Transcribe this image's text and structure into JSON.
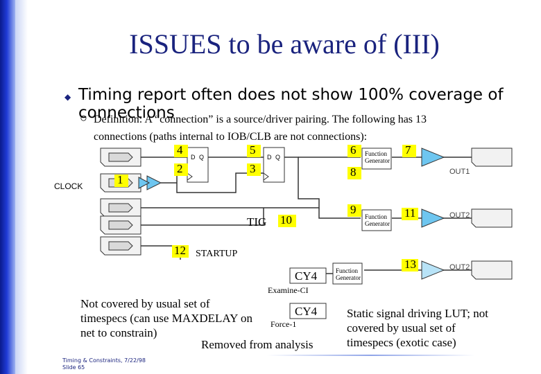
{
  "slide": {
    "title": "ISSUES to be aware of (III)",
    "bullet": "Timing report often does not show 100% coverage of connections",
    "sub_line1": "Definition: A “connection” is a source/driver pairing. The following has 13",
    "sub_line2": "connections (paths internal to IOB/CLB are not connections):",
    "footer_line1": "Timing & Constraints, 7/22/98",
    "footer_line2": "Slide 65"
  },
  "diagram": {
    "clock_label": "CLOCK",
    "ff_d": "D",
    "ff_q": "Q",
    "numbers": [
      "1",
      "2",
      "3",
      "4",
      "5",
      "6",
      "7",
      "8",
      "9",
      "10",
      "11",
      "12",
      "13"
    ],
    "function_generator": "Function Generator",
    "out1": "OUT1",
    "out2": "OUT2",
    "tig": "TIG",
    "startup": "STARTUP",
    "cy4": "CY4",
    "examine_ci": "Examine-CI",
    "force_1": "Force-1",
    "note_left": "Not covered by usual set of timespecs (can use MAXDELAY on net to constrain)",
    "note_removed": "Removed from analysis",
    "note_right": "Static signal driving LUT; not covered by usual set of timespecs (exotic case)"
  },
  "colors": {
    "title": "#1a237e",
    "badge": "#ffff00",
    "buffer": "#6ec6f0",
    "buffer_light": "#b8e3f7",
    "iob": "#f2f2f2"
  }
}
